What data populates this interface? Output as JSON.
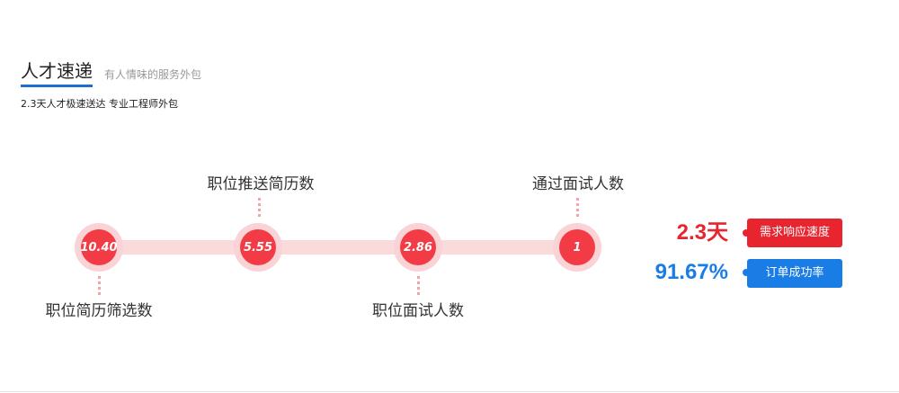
{
  "header": {
    "title": "人才速递",
    "subtitle": "有人情味的服务外包",
    "tagline": "2.3天人才极速送达 专业工程师外包"
  },
  "process": {
    "steps": [
      {
        "value": "10.40",
        "label": "职位简历筛选数"
      },
      {
        "value": "5.55",
        "label": "职位推送简历数"
      },
      {
        "value": "2.86",
        "label": "职位面试人数"
      },
      {
        "value": "1",
        "label": "通过面试人数"
      }
    ]
  },
  "stats": [
    {
      "value": "2.3天",
      "label": "需求响应速度",
      "color": "#e8252e"
    },
    {
      "value": "91.67%",
      "label": "订单成功率",
      "color": "#1a7de6"
    }
  ],
  "colors": {
    "accent_blue": "#1a6fd0",
    "node_red": "#f23b44",
    "track_pink": "#fadada"
  }
}
